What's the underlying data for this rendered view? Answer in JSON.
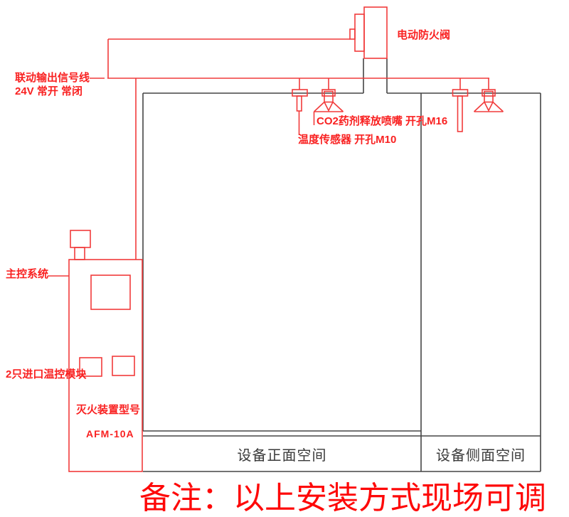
{
  "labels": {
    "damper": "电动防火阀",
    "signal_line_1": "联动输出信号线",
    "signal_line_2": "24V 常开 常闭",
    "nozzle": "CO2药剂释放喷嘴 开孔M16",
    "sensor": "温度传感器 开孔M10",
    "main_control": "主控系统",
    "temp_modules": "2只进口温控模块",
    "device_model_title": "灭火装置型号",
    "device_model": "AFM-10A",
    "front_space": "设备正面空间",
    "side_space": "设备侧面空间",
    "note": "备注：以上安装方式现场可调"
  },
  "colors": {
    "diagram_line_red": "#f13b3b",
    "label_text_red": "#f92121",
    "note_text_red": "#fe0808",
    "diagram_line_black": "#454545",
    "space_label_black": "#3a3a3a",
    "background": "#ffffff"
  }
}
